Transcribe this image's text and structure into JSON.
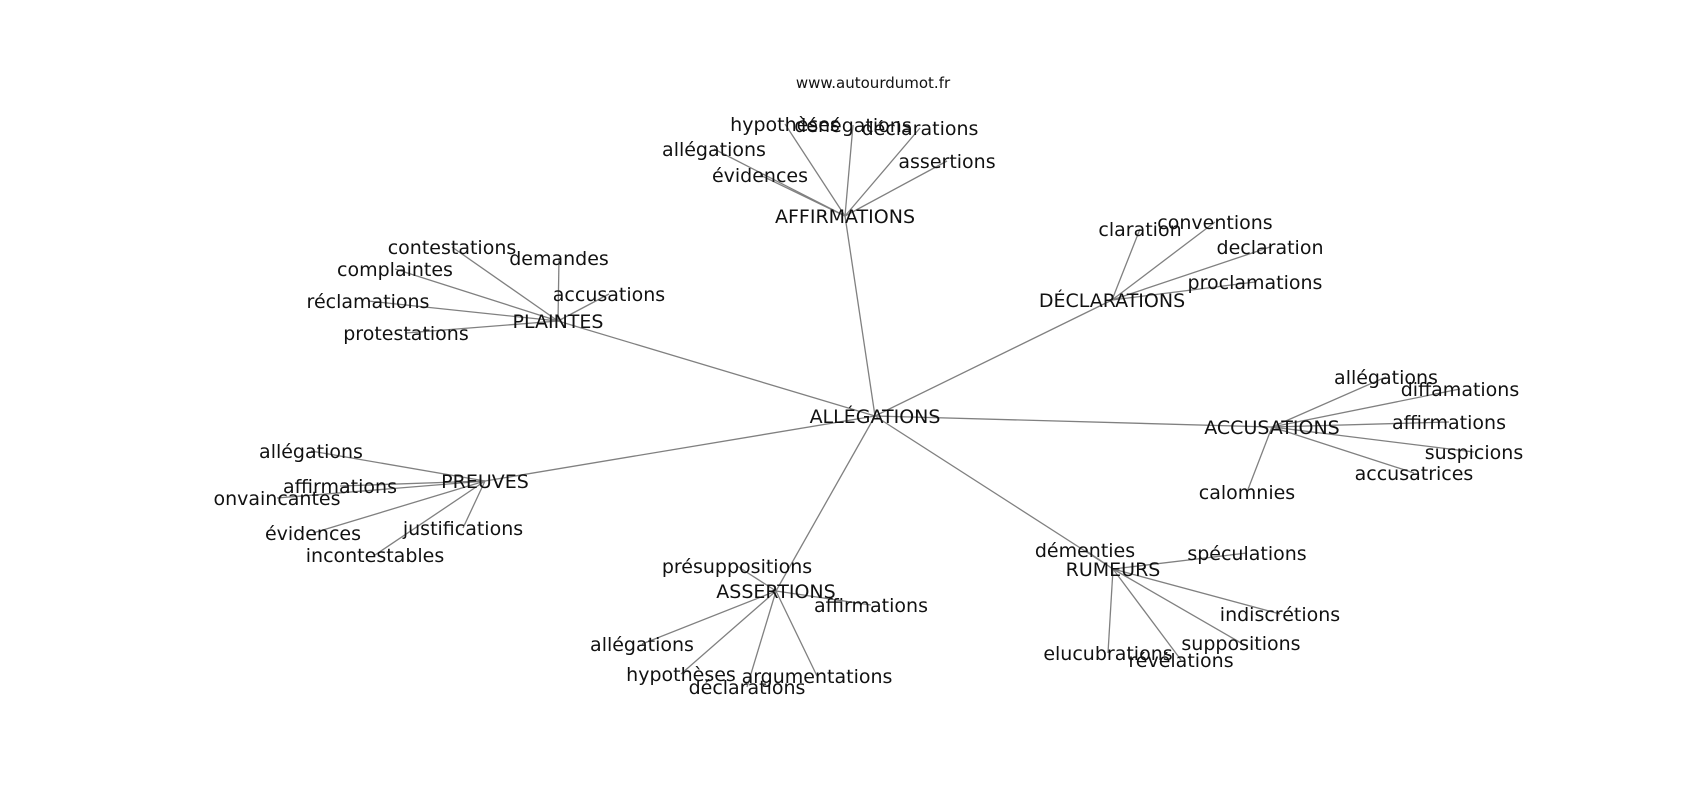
{
  "watermark": "www.autourdumot.fr",
  "graph": {
    "root": "ALLÉGATIONS",
    "clusters": [
      {
        "id": "affirmations",
        "label": "AFFIRMATIONS",
        "leaves": [
          "hypothèses",
          "dénégations",
          "déclarations",
          "allégations",
          "évidences",
          "assertions"
        ]
      },
      {
        "id": "declarations",
        "label": "DÉCLARATIONS",
        "leaves": [
          "claration",
          "conventions",
          "declaration",
          "proclamations"
        ]
      },
      {
        "id": "plaintes",
        "label": "PLAINTES",
        "leaves": [
          "contestations",
          "demandes",
          "complaintes",
          "accusations",
          "réclamations",
          "protestations"
        ]
      },
      {
        "id": "accusations",
        "label": "ACCUSATIONS",
        "leaves": [
          "allégations",
          "diffamations",
          "affirmations",
          "suspicions",
          "accusatrices",
          "calomnies"
        ]
      },
      {
        "id": "preuves",
        "label": "PREUVES",
        "leaves": [
          "allégations",
          "affirmations",
          "onvaincantes",
          "évidences",
          "justifications",
          "incontestables"
        ]
      },
      {
        "id": "assertions",
        "label": "ASSERTIONS",
        "leaves": [
          "présuppositions",
          "affirmations",
          "allégations",
          "hypothèses",
          "argumentations",
          "déclarations"
        ]
      },
      {
        "id": "rumeurs",
        "label": "RUMEURS",
        "leaves": [
          "démenties",
          "spéculations",
          "indiscrétions",
          "suppositions",
          "elucubrations",
          "révélations"
        ]
      }
    ]
  }
}
